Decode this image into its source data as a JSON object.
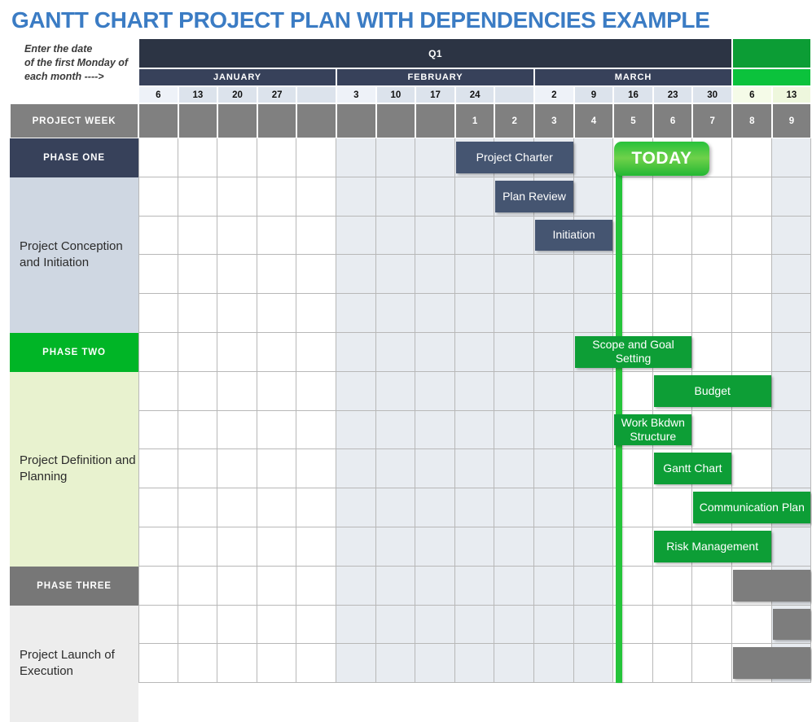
{
  "title": "GANTT CHART PROJECT PLAN WITH DEPENDENCIES EXAMPLE",
  "note": "Enter the date\nof the first Monday of\neach month ---->",
  "colors": {
    "title": "#3b7cc4",
    "navy": "#455571",
    "navy_dark": "#2c3444",
    "green": "#0d9e36",
    "green_bright": "#00b526",
    "gray": "#808080",
    "phase_one_body": "#cfd7e2",
    "phase_two_body": "#e8f2cf",
    "phase_three_body": "#ededed",
    "shaded_cell": "#e8ecf1",
    "today": "#25c43a"
  },
  "header": {
    "quarters": [
      {
        "label": "Q1",
        "span": 15,
        "green": false
      },
      {
        "label": "",
        "span": 2,
        "green": true
      }
    ],
    "months": [
      {
        "label": "JANUARY",
        "span": 5,
        "green": false
      },
      {
        "label": "FEBRUARY",
        "span": 5,
        "green": false
      },
      {
        "label": "MARCH",
        "span": 5,
        "green": false
      },
      {
        "label": "",
        "span": 2,
        "green": true
      }
    ],
    "days": [
      "6",
      "13",
      "20",
      "27",
      "",
      "3",
      "10",
      "17",
      "24",
      "",
      "2",
      "9",
      "16",
      "23",
      "30",
      "6",
      "13"
    ],
    "project_week_label": "PROJECT WEEK",
    "project_weeks": [
      "",
      "",
      "",
      "",
      "",
      "",
      "",
      "",
      "1",
      "2",
      "3",
      "4",
      "5",
      "6",
      "7",
      "8",
      "9"
    ]
  },
  "phases": [
    {
      "id": "one",
      "header": "PHASE ONE",
      "body": "Project Conception and Initiation",
      "body_rows": 4,
      "tasks": [
        {
          "label": "Project Charter",
          "row": 0,
          "start": 8,
          "span": 3,
          "style": "navy"
        },
        {
          "label": "Plan Review",
          "row": 1,
          "start": 9,
          "span": 2,
          "style": "navy"
        },
        {
          "label": "Initiation",
          "row": 2,
          "start": 10,
          "span": 2,
          "style": "navy"
        }
      ]
    },
    {
      "id": "two",
      "header": "PHASE TWO",
      "body": "Project Definition and Planning",
      "body_rows": 5,
      "tasks": [
        {
          "label": "Scope and Goal Setting",
          "row": 0,
          "start": 11,
          "span": 3,
          "style": "green"
        },
        {
          "label": "Budget",
          "row": 1,
          "start": 13,
          "span": 3,
          "style": "green"
        },
        {
          "label": "Work Bkdwn Structure",
          "row": 2,
          "start": 12,
          "span": 2,
          "style": "green"
        },
        {
          "label": "Gantt Chart",
          "row": 3,
          "start": 13,
          "span": 2,
          "style": "green"
        },
        {
          "label": "Communication Plan",
          "row": 4,
          "start": 14,
          "span": 3,
          "style": "green"
        },
        {
          "label": "Risk Management",
          "row": 5,
          "start": 13,
          "span": 3,
          "style": "green"
        }
      ]
    },
    {
      "id": "three",
      "header": "PHASE THREE",
      "body": "Project Launch of Execution",
      "body_rows": 3,
      "tasks": [
        {
          "label": "",
          "row": 0,
          "start": 15,
          "span": 2,
          "style": "gray"
        },
        {
          "label": "",
          "row": 1,
          "start": 16,
          "span": 1,
          "style": "gray"
        },
        {
          "label": "",
          "row": 2,
          "start": 15,
          "span": 2,
          "style": "gray"
        }
      ]
    }
  ],
  "today": {
    "label": "TODAY",
    "column": 12
  },
  "grid": {
    "columns": 17,
    "shaded_from": 5,
    "shaded_to": 11
  }
}
